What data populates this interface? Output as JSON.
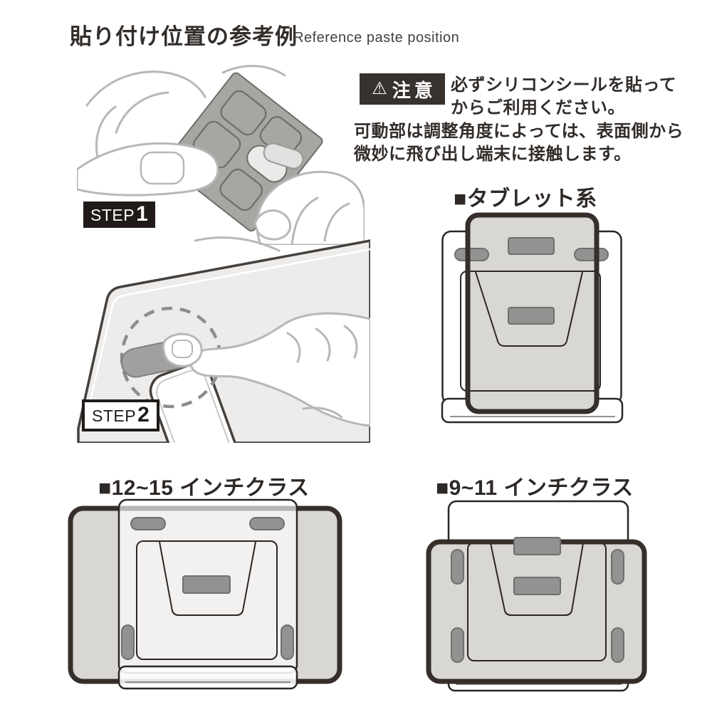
{
  "title": {
    "jp": "貼り付け位置の参考例",
    "en": "Reference paste position"
  },
  "caution": {
    "icon": "⚠",
    "badge": "注意",
    "intro_lines": [
      "必ずシリコンシールを貼って",
      "からご利用ください。"
    ],
    "body_lines": [
      "可動部は調整角度によっては、表面側から",
      "微妙に飛び出し端末に接触します。"
    ]
  },
  "steps": {
    "step1": {
      "label": "STEP",
      "number": "1"
    },
    "step2": {
      "label": "STEP",
      "number": "2"
    }
  },
  "sections": {
    "tablet": {
      "heading": "■タブレット系"
    },
    "inch_12_15": {
      "heading": "■12~15 インチクラス"
    },
    "inch_9_11": {
      "heading": "■9~11 インチクラス"
    }
  },
  "colors": {
    "text": "#332d2a",
    "device_outline": "#362e2b",
    "device_fill": "#d9d7d4",
    "stand_outline": "#2b2623",
    "stand_fill": "#ffffff",
    "seal_fill": "#949290",
    "seal_outline": "#716f6d",
    "caution_badge_bg": "#38322f",
    "illustration_line": "#b7b7b7",
    "sheet_fill": "#a8a6a3"
  }
}
